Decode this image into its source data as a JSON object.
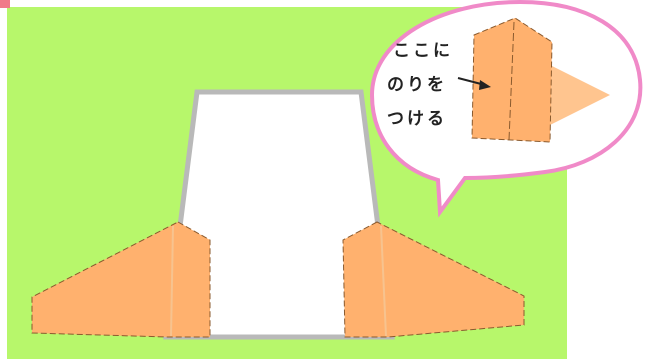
{
  "colors": {
    "background_green": "#b7f76b",
    "paper_orange": "#ffb16e",
    "paper_orange_light": "#ffc58f",
    "cup_outline": "#b9b9b9",
    "bubble_border": "#f08ac8",
    "ink": "#222222"
  },
  "callout": {
    "line1": "ここに",
    "line2": "のりを",
    "line3": "つける"
  }
}
